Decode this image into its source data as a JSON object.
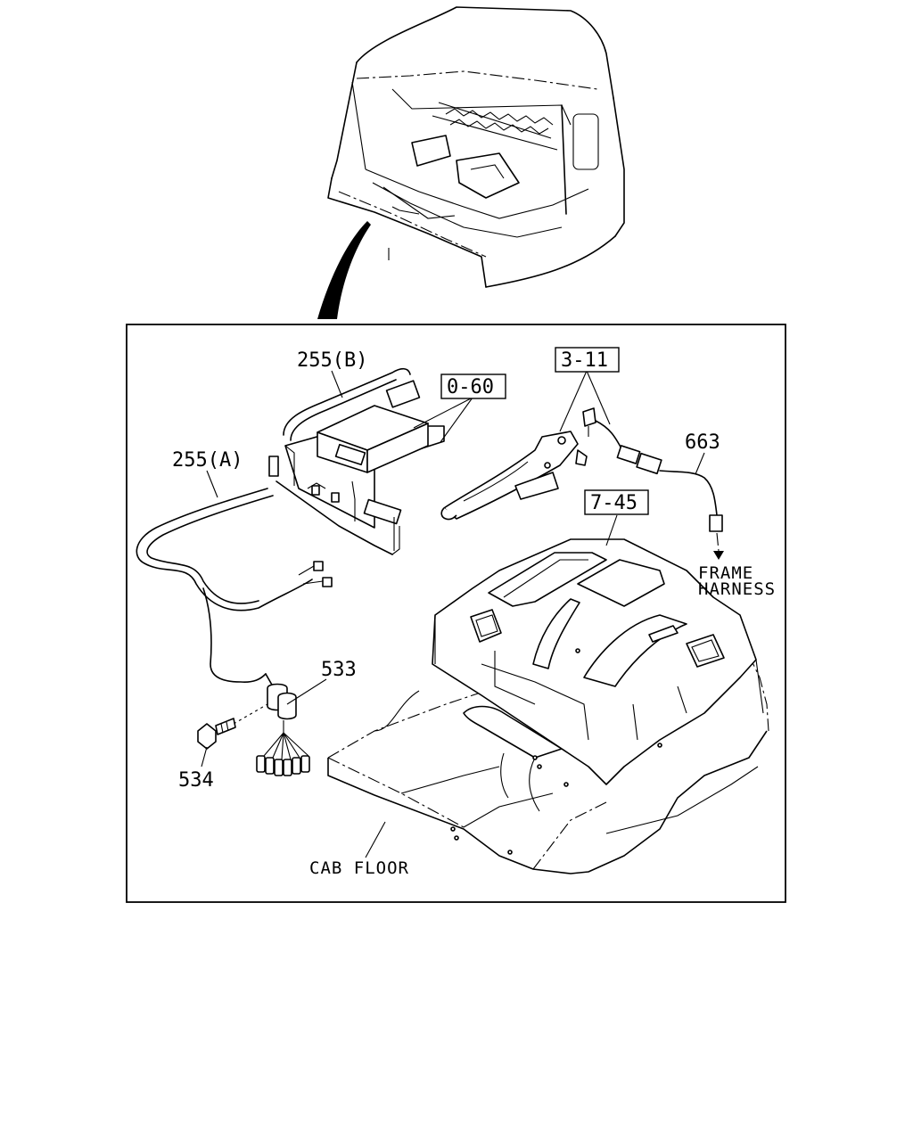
{
  "callouts": {
    "ref_3_11": "3-11",
    "ref_0_60": "0-60",
    "ref_7_45": "7-45",
    "part_255b": "255(B)",
    "part_255a": "255(A)",
    "part_663": "663",
    "part_533": "533",
    "part_534": "534",
    "frame_harness_line1": "FRAME",
    "frame_harness_line2": "HARNESS",
    "cab_floor": "CAB FLOOR"
  }
}
